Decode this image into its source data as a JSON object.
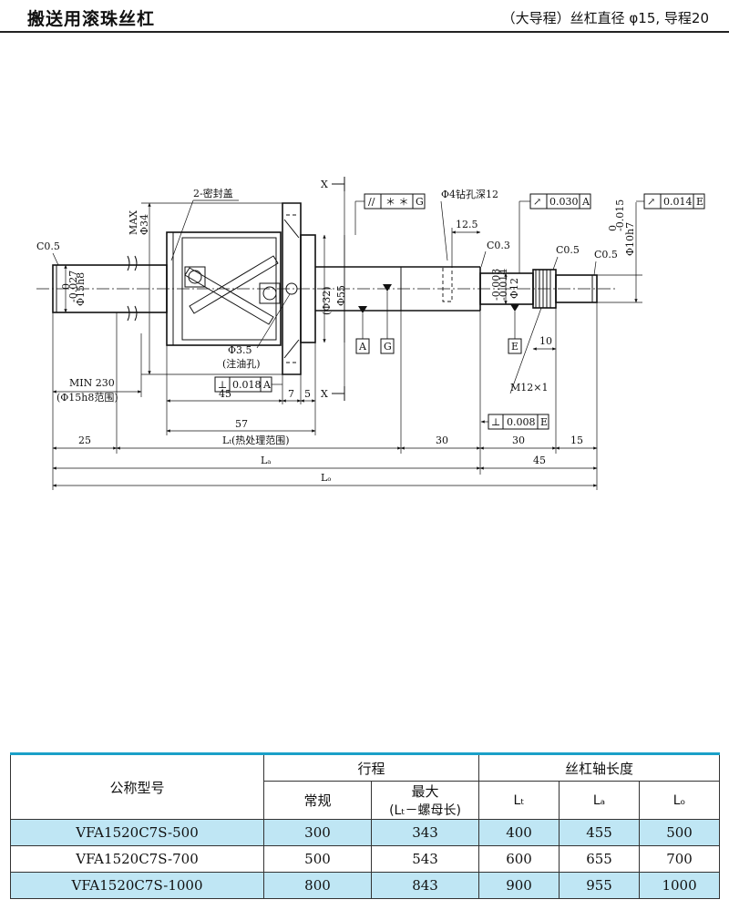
{
  "header": {
    "title": "搬送用滚珠丝杠",
    "subtitle": "（大导程）丝杠直径 φ15, 导程20"
  },
  "drawing": {
    "labels": {
      "chamfer_left": "C0.5",
      "seal": "2-密封盖",
      "max": "MAX",
      "phi34": "Φ34",
      "phi15h8": "Φ15h8",
      "tol_15h8_top": "0",
      "tol_15h8_bot": "-0.027",
      "section_x_top": "X",
      "section_x_bot": "X",
      "gd_g_sym": "∕∕",
      "gd_g_val": "＊ ＊",
      "gd_g_ref": "G",
      "phi32": "(Φ32)",
      "phi55": "Φ55",
      "drill": "Φ4钻孔深12",
      "dim_125": "12.5",
      "chamfer_03": "C0.3",
      "gd_a_sym": "↗",
      "gd_a_val": "0.030",
      "gd_a_ref": "A",
      "chamfer_05a": "C0.5",
      "chamfer_05b": "C0.5",
      "gd_e_sym": "↗",
      "gd_e_val": "0.014",
      "gd_e_ref": "E",
      "phi10h7": "Φ10h7",
      "tol_10h7_top": "0",
      "tol_10h7_bot": "-0.015",
      "phi12": "Φ12",
      "tol_12_top": "-0.003",
      "tol_12_bot": "-0.014",
      "datum_a": "A",
      "datum_g": "G",
      "datum_e": "E",
      "dim_10": "10",
      "oil_hole": "Φ3.5",
      "oil_hole_note": "(注油孔)",
      "min230": "MIN 230",
      "min230_note": "(Φ15h8范围)",
      "perp_a_sym": "⊥",
      "perp_a_val": "0.018",
      "perp_a_ref": "A",
      "thread": "M12×1",
      "perp_e_sym": "⊥",
      "perp_e_val": "0.008",
      "perp_e_ref": "E",
      "dim_45": "45",
      "dim_7": "7",
      "dim_5": "5",
      "dim_57": "57",
      "dim_25": "25",
      "lt_label": "Lₜ(热处理范围)",
      "dim_30a": "30",
      "dim_30b": "30",
      "dim_15": "15",
      "la_label": "Lₐ",
      "dim_45b": "45",
      "lo_label": "Lₒ"
    }
  },
  "table": {
    "header": {
      "model": "公称型号",
      "stroke": "行程",
      "normal": "常规",
      "max_line1": "最大",
      "max_line2": "(Lₜ－螺母长)",
      "shaft_length": "丝杠轴长度",
      "lt": "Lₜ",
      "la": "Lₐ",
      "lo": "Lₒ"
    },
    "rows": [
      {
        "model": "VFA1520C7S-500",
        "normal": "300",
        "max": "343",
        "lt": "400",
        "la": "455",
        "lo": "500"
      },
      {
        "model": "VFA1520C7S-700",
        "normal": "500",
        "max": "543",
        "lt": "600",
        "la": "655",
        "lo": "700"
      },
      {
        "model": "VFA1520C7S-1000",
        "normal": "800",
        "max": "843",
        "lt": "900",
        "la": "955",
        "lo": "1000"
      }
    ]
  }
}
